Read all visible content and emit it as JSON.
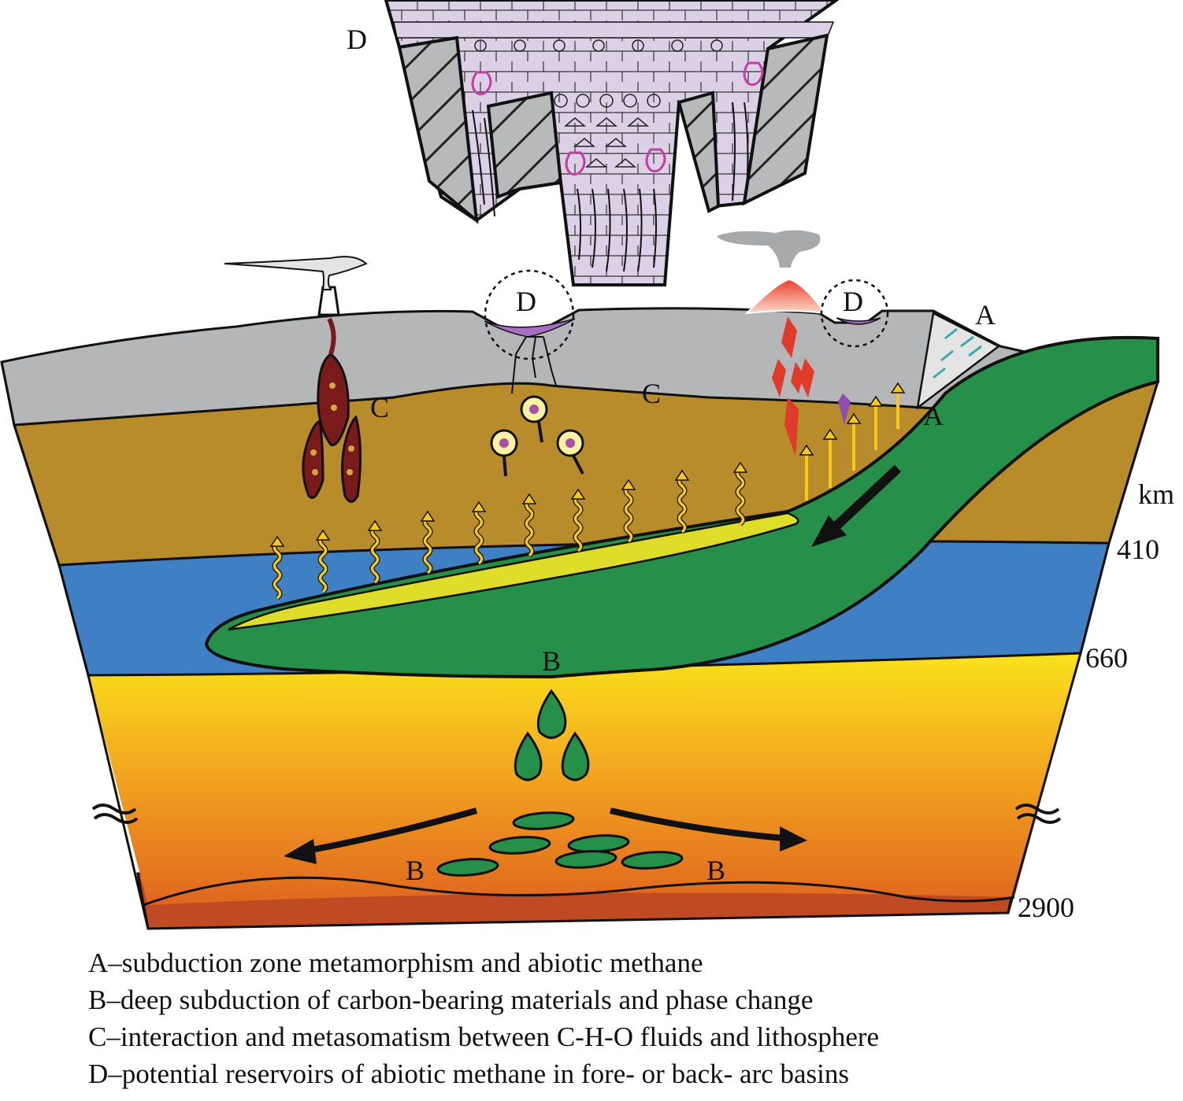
{
  "labels": {
    "d_inset": "D",
    "d_circle_left": "D",
    "d_circle_right": "D",
    "a_top": "A",
    "a_side": "A",
    "c_left": "C",
    "c_mid": "C",
    "b_slab": "B",
    "b_left": "B",
    "b_right": "B"
  },
  "depth_scale": {
    "unit": "km",
    "ticks": [
      "410",
      "660",
      "2900"
    ]
  },
  "legend": [
    "A–subduction zone metamorphism and abiotic methane",
    "B–deep subduction of carbon-bearing materials and phase change",
    "C–interaction and metasomatism between C-H-O fluids and lithosphere",
    "D–potential reservoirs of abiotic methane in fore- or back- arc basins"
  ],
  "colors": {
    "crust": "#b5b6b8",
    "upper_mantle": "#b98c2b",
    "transition_zone": "#3f7fc4",
    "slab": "#26904a",
    "slab_top": "#dddd2a",
    "lower_mantle_top": "#f7d21e",
    "lower_mantle_bottom": "#e06a1e",
    "core_boundary": "#c04a22",
    "basin_fill": "#dcd0e6",
    "methane_magenta": "#c23fa8",
    "lava": "#e03a2a",
    "xenolith": "#7a1a1a",
    "fluid_arrow": "#f6c81a"
  }
}
